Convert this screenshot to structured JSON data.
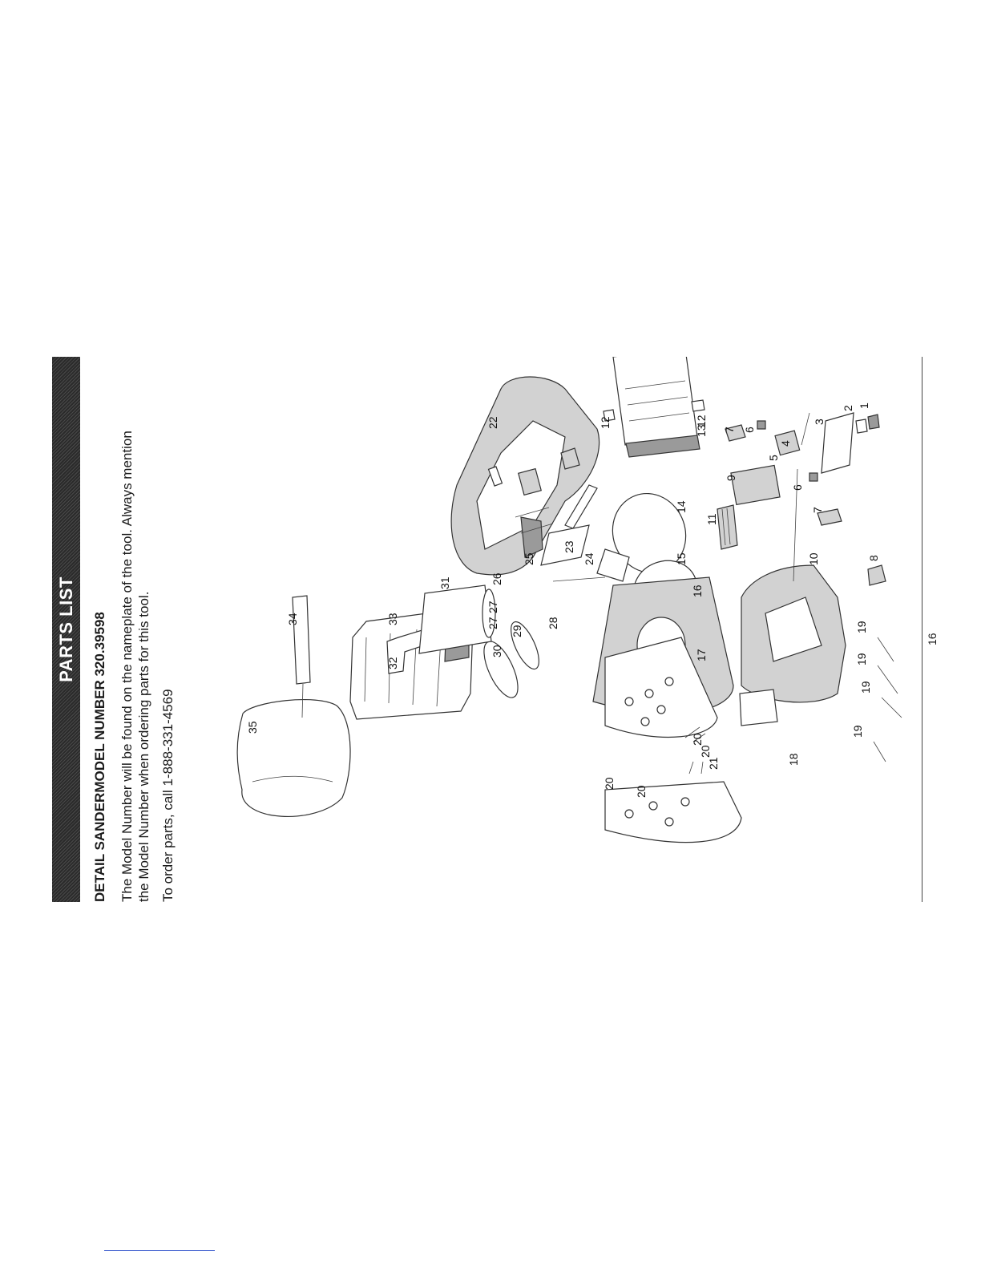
{
  "banner": {
    "title": "PARTS LIST",
    "background": "#2b2b2b"
  },
  "detail": {
    "heading": "DETAIL SANDERMODEL NUMBER 320.39598",
    "instruction_line_1": "The Model Number will be found on the nameplate of the tool. Always mention",
    "instruction_line_2": "the Model Number when ordering parts for this tool.",
    "order_line": "To order parts, call 1-888-331-4569"
  },
  "diagram": {
    "callouts": [
      "1",
      "2",
      "3",
      "4",
      "5",
      "6",
      "6",
      "7",
      "7",
      "8",
      "9",
      "10",
      "11",
      "12",
      "12",
      "13",
      "14",
      "15",
      "16",
      "17",
      "18",
      "19",
      "19",
      "19",
      "19",
      "20",
      "20",
      "20",
      "20",
      "21",
      "22",
      "23",
      "24",
      "25",
      "26",
      "27",
      "27",
      "28",
      "29",
      "30",
      "31",
      "32",
      "33",
      "34",
      "35"
    ]
  },
  "footer": {
    "page_number": "16"
  }
}
